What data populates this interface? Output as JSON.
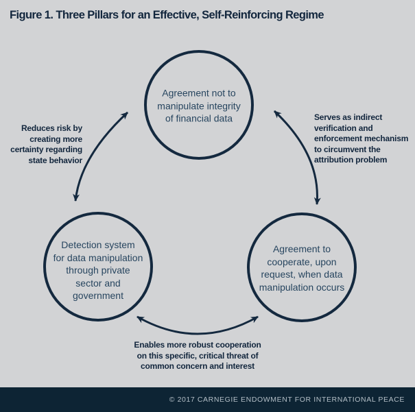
{
  "title": "Figure 1. Three Pillars for an Effective, Self-Reinforcing Regime",
  "colors": {
    "background": "#d2d3d5",
    "ink_navy": "#14293f",
    "circle_text": "#27455f",
    "footer_background": "#0d2434",
    "footer_text": "#b4bfc7"
  },
  "nodes": {
    "top": {
      "lines": [
        "Agreement not to",
        "manipulate integrity",
        "of financial data"
      ]
    },
    "bottom_left": {
      "lines": [
        "Detection system",
        "for data manipulation",
        "through private",
        "sector and",
        "government"
      ]
    },
    "bottom_right": {
      "lines": [
        "Agreement to",
        "cooperate, upon",
        "request, when data",
        "manipulation occurs"
      ]
    }
  },
  "edge_labels": {
    "left": [
      "Reduces risk by",
      "creating more",
      "certainty regarding",
      "state behavior"
    ],
    "right": [
      "Serves as indirect",
      "verification and",
      "enforcement mechanism",
      "to circumvent the",
      "attribution problem"
    ],
    "bottom": [
      "Enables more robust cooperation",
      "on this specific, critical threat of",
      "common concern and interest"
    ]
  },
  "footer": {
    "copyright": "© 2017 CARNEGIE ENDOWMENT FOR INTERNATIONAL PEACE"
  }
}
